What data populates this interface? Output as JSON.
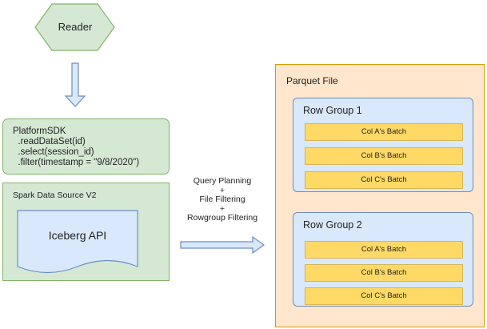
{
  "reader": {
    "label": "Reader"
  },
  "sdk": {
    "lines": [
      "PlatformSDK",
      "  .readDataSet(id)",
      "  .select(session_id)",
      "  .filter(timestamp = \"9/8/2020\")"
    ]
  },
  "spark": {
    "title": "Spark Data Source V2",
    "iceberg_label": "Iceberg API"
  },
  "arrow_label": {
    "lines": [
      "Query Planning",
      "+",
      "File Filtering",
      "+",
      "Rowgroup Filtering"
    ]
  },
  "parquet": {
    "title": "Parquet File",
    "row_groups": [
      {
        "title": "Row Group 1",
        "batches": [
          "Col A's Batch",
          "Col B's Batch",
          "Col C's Batch"
        ]
      },
      {
        "title": "Row Group 2",
        "batches": [
          "Col A's Batch",
          "Col B's Batch",
          "Col C's Batch"
        ]
      }
    ]
  },
  "colors": {
    "green_fill": "#d5e8d4",
    "green_stroke": "#82b366",
    "blue_fill": "#dae8fc",
    "blue_stroke": "#6c8ebf",
    "orange_fill": "#ffe6cc",
    "orange_stroke": "#d79b00",
    "yellow_fill": "#ffd966",
    "yellow_stroke": "#d6b656"
  }
}
